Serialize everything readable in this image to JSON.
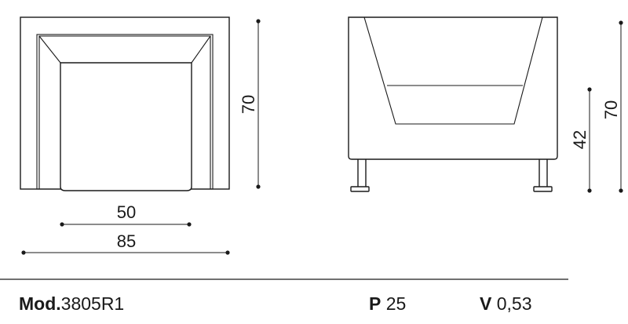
{
  "dimensions": {
    "front_seat_width": "50",
    "front_total_width": "85",
    "front_height": "70",
    "side_seat_height": "42",
    "side_height": "70"
  },
  "footer": {
    "model_label": "Mod.",
    "model_value": "3805R1",
    "p_label": "P",
    "p_value": "25",
    "v_label": "V",
    "v_value": "0,53"
  }
}
